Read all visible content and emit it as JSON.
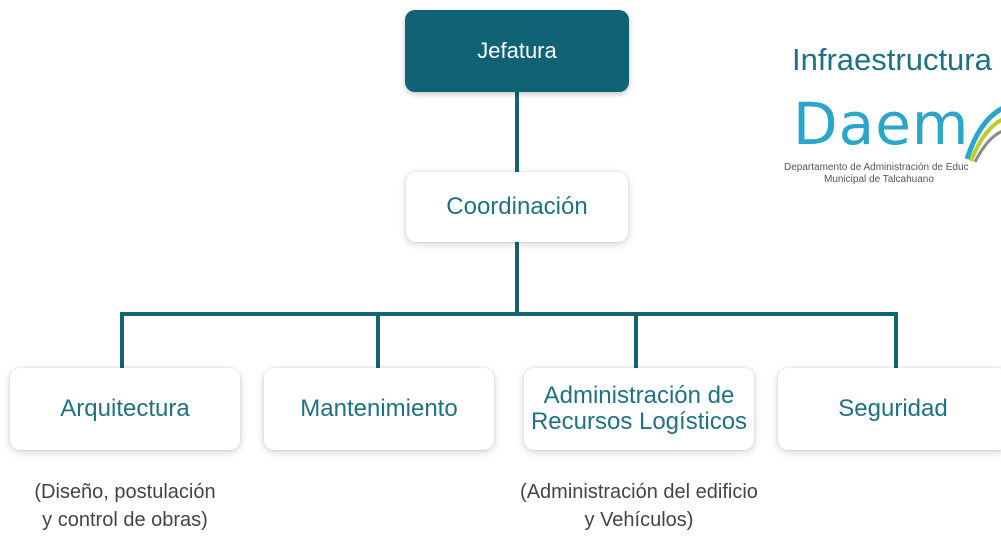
{
  "org_chart": {
    "top": "Jefatura",
    "middle": "Coordinación",
    "units": [
      {
        "lines": [
          "Arquitectura"
        ],
        "note": "(Diseño, postulación\ny control de obras)"
      },
      {
        "lines": [
          "Mantenimiento"
        ],
        "note": ""
      },
      {
        "lines": [
          "Administración de",
          "Recursos Logísticos"
        ],
        "note": "(Administración del edificio\ny Vehículos)"
      },
      {
        "lines": [
          "Seguridad"
        ],
        "note": ""
      }
    ]
  },
  "brand": {
    "title": "Infraestructura",
    "logo_word": "Daem",
    "logo_subtitle_1": "Departamento de Administración de Educ",
    "logo_subtitle_2": "Municipal de Talcahuano"
  },
  "colors": {
    "primary_dark": "#0f6374",
    "text_teal": "#1f7283",
    "connector": "#12656f",
    "logo_blue": "#2ba5c9"
  }
}
